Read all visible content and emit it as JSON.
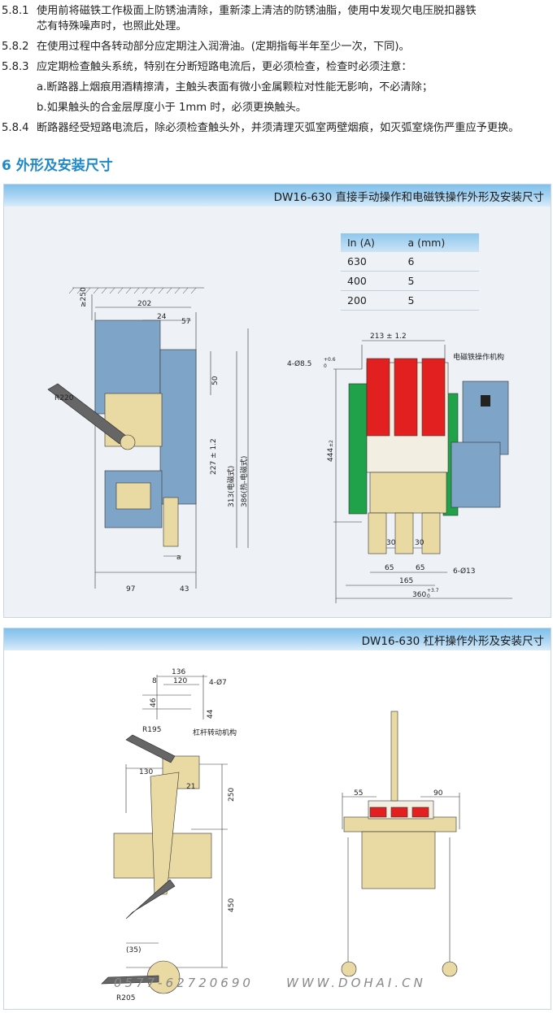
{
  "maintenance": [
    {
      "num": "5.8.1",
      "lines": [
        "使用前将磁铁工作极面上防锈油清除，重新漆上清洁的防锈油脂，使用中发现欠电压脱扣器铁",
        "芯有特殊噪声时，也照此处理。"
      ]
    },
    {
      "num": "5.8.2",
      "lines": [
        "在使用过程中各转动部分应定期注入润滑油。(定期指每半年至少一次，下同)。"
      ]
    },
    {
      "num": "5.8.3",
      "lines": [
        "应定期检查触头系统，特别在分断短路电流后，更必须检查，检查时必须注意：",
        "a.断路器上烟痕用酒精擦清，主触头表面有微小金属颗粒对性能无影响，不必清除；",
        "b.如果触头的合金层厚度小于 1mm 时，必须更换触头。"
      ]
    },
    {
      "num": "5.8.4",
      "lines": [
        "断路器经受短路电流后，除必须检查触头外，并须清理灭弧室两壁烟痕，如灭弧室烧伤严重应予更换。"
      ]
    }
  ],
  "section_title": "6 外形及安装尺寸",
  "panel1": {
    "title": "DW16-630 直接手动操作和电磁铁操作外形及安装尺寸",
    "table": {
      "headers": [
        "In (A)",
        "a (mm)"
      ],
      "rows": [
        [
          "630",
          "6"
        ],
        [
          "400",
          "5"
        ],
        [
          "200",
          "5"
        ]
      ]
    },
    "dims_left": {
      "d250": "≥250",
      "d202": "202",
      "d24": "24",
      "d57": "57",
      "d50": "50",
      "d227": "227 ± 1.2",
      "d313": "313(电磁式)",
      "d386": "386(热-电磁式)",
      "r220": "R220",
      "a": "a",
      "d97": "97",
      "d43": "43"
    },
    "dims_right": {
      "d213": "213 ± 1.2",
      "hole": "4-Ø8.5",
      "hole_tol": "+0.6",
      "hole_tol2": "0",
      "d444": "444",
      "d444_tol": "±2",
      "label_em": "电磁铁操作机构",
      "d30a": "30",
      "d30b": "30",
      "d65a": "65",
      "d65b": "65",
      "d165": "165",
      "d6": "6-Ø13",
      "d360": "360",
      "d360_tol": "+3.7",
      "d360_tol2": "0"
    }
  },
  "panel2": {
    "title": "DW16-630 杠杆操作外形及安装尺寸",
    "dims_left": {
      "d136": "136",
      "d8": "8",
      "d120": "120",
      "d4": "4-Ø7",
      "d46": "46",
      "d44": "44",
      "r195": "R195",
      "lever_label": "杠杆转动机构",
      "d130": "130",
      "d21": "21",
      "d250": "250",
      "d450": "450",
      "d35": "(35)",
      "r205": "R205"
    },
    "dims_right": {
      "d55": "55",
      "d90": "90"
    }
  },
  "watermark": {
    "phone": "0577-62720690",
    "site": "WWW.DOHAI.CN"
  }
}
